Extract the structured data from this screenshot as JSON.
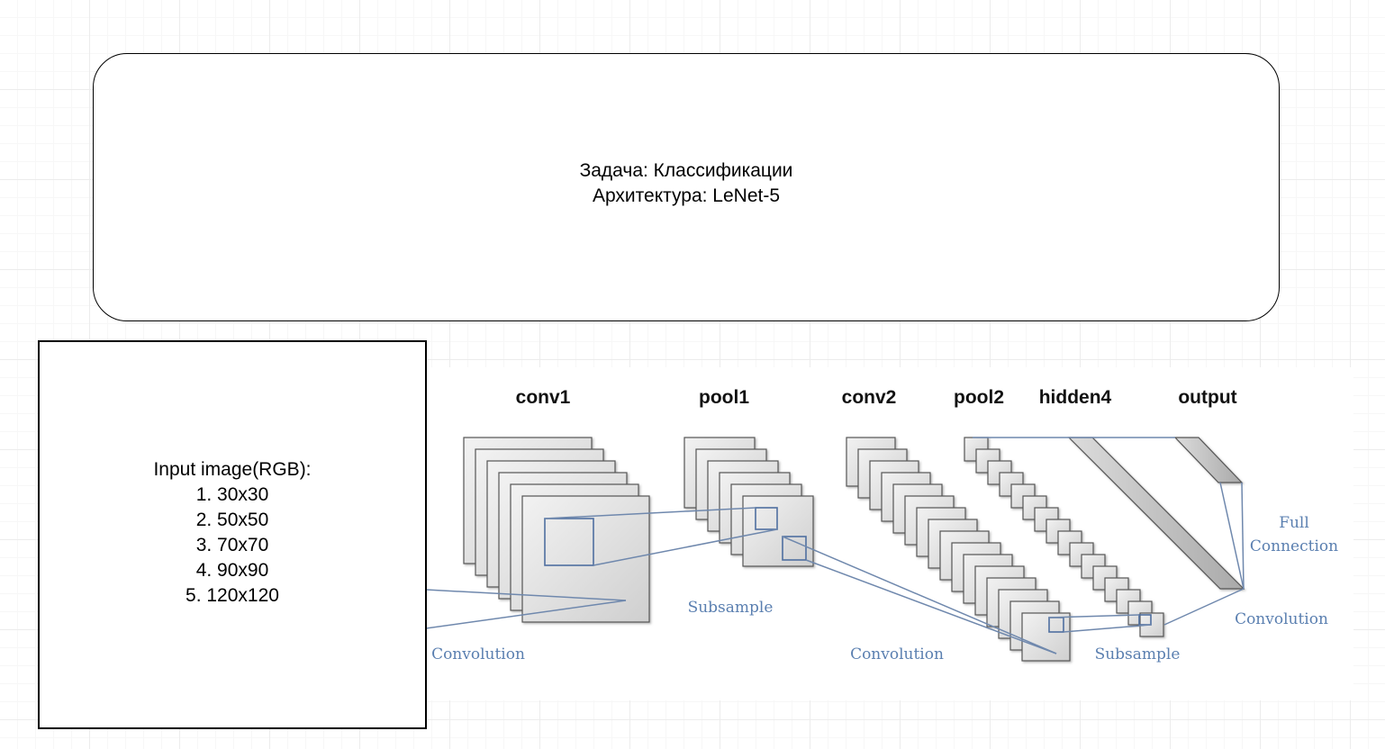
{
  "task_box": {
    "line1": "Задача: Классификации",
    "line2": "Архитектура: LeNet-5"
  },
  "input_box": {
    "title": "Input image(RGB):",
    "sizes": [
      "1. 30x30",
      "2. 50x50",
      "3. 70x70",
      "4. 90x90",
      "5. 120x120"
    ]
  },
  "network": {
    "layers": [
      "conv1",
      "pool1",
      "conv2",
      "pool2",
      "hidden4",
      "output"
    ],
    "operations": [
      "Convolution",
      "Subsample",
      "Convolution",
      "Subsample",
      "Convolution",
      "Full",
      "Connection"
    ]
  },
  "colors": {
    "annotation": "#5a7fb0",
    "frame": "#000000",
    "map_fill": "#e6e6e6"
  }
}
